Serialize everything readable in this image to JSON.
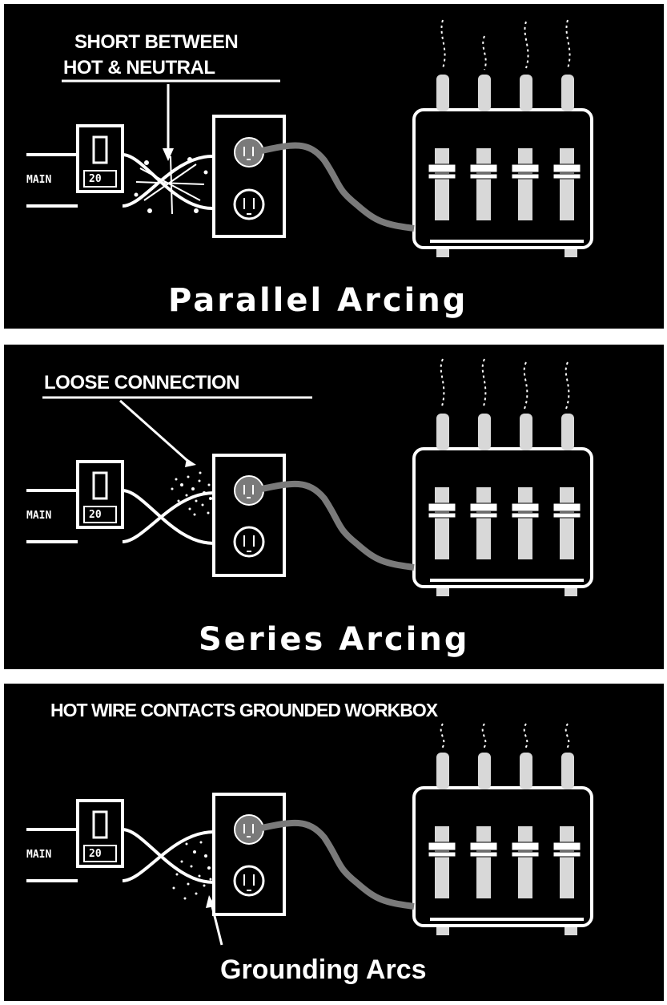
{
  "panels": [
    {
      "id": "parallel",
      "annotation_lines": [
        "SHORT BETWEEN",
        "HOT & NEUTRAL"
      ],
      "title": "Parallel  Arcing",
      "main_label": "MAIN",
      "breaker_rating": "20"
    },
    {
      "id": "series",
      "annotation_lines": [
        "LOOSE CONNECTION"
      ],
      "title": "Series Arcing",
      "main_label": "MAIN",
      "breaker_rating": "20"
    },
    {
      "id": "ground",
      "annotation_lines": [
        "HOT WIRE CONTACTS GROUNDED WORKBOX"
      ],
      "title": "Grounding Arcs",
      "main_label": "MAIN",
      "breaker_rating": "20"
    }
  ],
  "colors": {
    "background": "#000000",
    "line": "#ffffff",
    "cord": "#7a7a7a",
    "slot": "#d8d8d8"
  }
}
